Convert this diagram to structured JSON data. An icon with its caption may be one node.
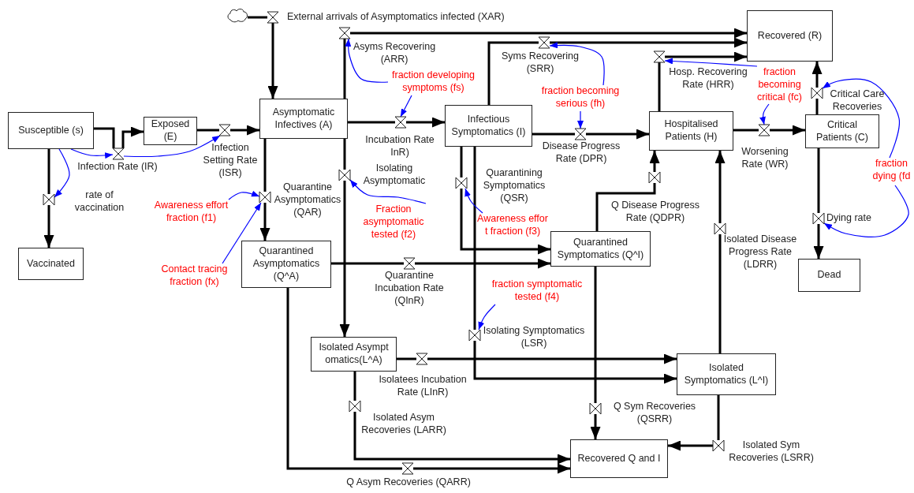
{
  "diagram": {
    "nodes": [
      {
        "text": [
          "Susceptible (s)"
        ]
      },
      {
        "text": [
          "Exposed (E)"
        ]
      },
      {
        "text": [
          "Asymptomatic Infectives (A)"
        ]
      },
      {
        "text": [
          "Infectious Symptomatics (I)"
        ]
      },
      {
        "text": [
          "Hospitalised Patients (H)"
        ]
      },
      {
        "text": [
          "Critical Patients (C)"
        ]
      },
      {
        "text": [
          "Recovered (R)"
        ]
      },
      {
        "text": [
          "Vaccinated"
        ]
      },
      {
        "text": [
          "Quarantined Asymptomatics (Q^A)"
        ]
      },
      {
        "text": [
          "Quarantined Symptomatics (Q^I)"
        ]
      },
      {
        "text": [
          "Isolated Asympt omatics(L^A)"
        ]
      },
      {
        "text": [
          "Isolated Symptomatics (L^I)"
        ]
      },
      {
        "text": [
          "Recovered Q and I"
        ]
      },
      {
        "text": [
          "Dead"
        ]
      },
      {
        "text": [],
        "shape": "cloud"
      },
      {
        "text": [
          "Awareness effort fraction (f1)"
        ]
      },
      {
        "text": [
          "Contact tracing fraction (fx)"
        ]
      },
      {
        "text": [
          "fraction developing symptoms (fs)"
        ]
      },
      {
        "text": [
          "Fraction asymptomatic tested (f2)"
        ]
      },
      {
        "text": [
          "fraction becoming serious (fh)"
        ]
      },
      {
        "text": [
          "Awareness effor t fraction (f3)"
        ]
      },
      {
        "text": [
          "fraction symptomatic tested (f4)"
        ]
      },
      {
        "text": [
          "fraction becoming critical (fc)"
        ]
      },
      {
        "text": [
          "fraction dying (fd"
        ]
      },
      {
        "text": [],
        "shape": "valve",
        "beside": [
          "Infection Rate (IR)"
        ]
      },
      {
        "text": [],
        "shape": "valve",
        "beside": [
          "rate of vaccination"
        ]
      },
      {
        "text": [],
        "shape": "valve"
      },
      {
        "text": [],
        "shape": "valve",
        "beside": [
          "External arrivals of Asymptomatics infected (XAR)"
        ]
      },
      {
        "text": [],
        "shape": "valve",
        "beside": [
          "Asyms Recovering (ARR)"
        ]
      },
      {
        "text": [],
        "shape": "valve",
        "beside": [
          "Incubation Rate InR)"
        ]
      },
      {
        "text": [],
        "shape": "valve",
        "beside": [
          "Quarantine Asymptomatics (QAR)"
        ]
      },
      {
        "text": [],
        "shape": "valve",
        "beside": [
          "Isolating Asymptomatic"
        ]
      },
      {
        "text": [],
        "shape": "valve",
        "beside": [
          "Syms Recovering (SRR)"
        ]
      },
      {
        "text": [],
        "shape": "valve",
        "beside": [
          "Disease Progress Rate (DPR)"
        ]
      },
      {
        "text": [],
        "shape": "valve",
        "beside": [
          "Quarantining Symptomatics (QSR)"
        ]
      },
      {
        "text": [],
        "shape": "valve",
        "beside": [
          "Isolating Symptomatics (LSR)"
        ]
      },
      {
        "text": [],
        "shape": "valve",
        "beside": [
          "Hosp. Recovering Rate (HRR)"
        ]
      },
      {
        "text": [],
        "shape": "valve",
        "beside": [
          "Worsening Rate (WR)"
        ]
      },
      {
        "text": [],
        "shape": "valve",
        "beside": [
          "Critical Care Recoveries"
        ]
      },
      {
        "text": [],
        "shape": "valve",
        "beside": [
          "Dying rate"
        ]
      },
      {
        "text": [],
        "shape": "valve",
        "beside": [
          "Quarantine Incubation Rate (QInR)"
        ]
      },
      {
        "text": [],
        "shape": "valve"
      },
      {
        "text": [],
        "shape": "valve"
      },
      {
        "text": [],
        "shape": "valve",
        "beside": [
          "Isolated Disease Progress Rate (LDRR)"
        ]
      },
      {
        "text": [],
        "shape": "valve",
        "beside": [
          "Q Sym Recoveries (QSRR)"
        ]
      },
      {
        "text": [],
        "shape": "valve",
        "beside": [
          "Isolated Sym Recoveries (LSRR)"
        ]
      },
      {
        "text": [],
        "shape": "valve",
        "beside": [
          "Isolated Asym Recoveries (LARR)"
        ]
      },
      {
        "text": [],
        "shape": "valve",
        "beside": [
          "Q Asym Recoveries (QARR)"
        ]
      }
    ],
    "edges": [
      {
        "from": 0,
        "to": 24,
        "arrow": "none"
      },
      {
        "from": 24,
        "to": 1,
        "arrow": "to"
      },
      {
        "from": 0,
        "to": 25,
        "arrow": "none"
      },
      {
        "from": 25,
        "to": 7,
        "arrow": "to"
      },
      {
        "from": 1,
        "to": 26,
        "arrow": "none"
      },
      {
        "from": 26,
        "to": 2,
        "arrow": "to"
      },
      {
        "from": 14,
        "to": 27,
        "arrow": "none"
      },
      {
        "from": 27,
        "to": 2,
        "arrow": "to"
      },
      {
        "from": 2,
        "to": 28,
        "arrow": "none"
      },
      {
        "from": 28,
        "to": 6,
        "arrow": "to"
      },
      {
        "from": 2,
        "to": 29,
        "arrow": "none"
      },
      {
        "from": 29,
        "to": 3,
        "arrow": "to"
      },
      {
        "from": 2,
        "to": 30,
        "arrow": "none"
      },
      {
        "from": 30,
        "to": 8,
        "arrow": "to"
      },
      {
        "from": 2,
        "to": 31,
        "arrow": "none"
      },
      {
        "from": 31,
        "to": 10,
        "arrow": "to"
      },
      {
        "from": 3,
        "to": 32,
        "arrow": "none"
      },
      {
        "from": 32,
        "to": 6,
        "arrow": "to"
      },
      {
        "from": 3,
        "to": 33,
        "arrow": "none"
      },
      {
        "from": 33,
        "to": 4,
        "arrow": "to"
      },
      {
        "from": 3,
        "to": 34,
        "arrow": "none"
      },
      {
        "from": 34,
        "to": 9,
        "arrow": "to"
      },
      {
        "from": 3,
        "to": 35,
        "arrow": "none"
      },
      {
        "from": 35,
        "to": 11,
        "arrow": "to"
      },
      {
        "from": 4,
        "to": 36,
        "arrow": "none"
      },
      {
        "from": 36,
        "to": 6,
        "arrow": "to"
      },
      {
        "from": 4,
        "to": 37,
        "arrow": "none"
      },
      {
        "from": 37,
        "to": 5,
        "arrow": "to"
      },
      {
        "from": 5,
        "to": 38,
        "arrow": "none"
      },
      {
        "from": 38,
        "to": 6,
        "arrow": "to"
      },
      {
        "from": 5,
        "to": 39,
        "arrow": "none"
      },
      {
        "from": 39,
        "to": 13,
        "arrow": "to"
      },
      {
        "from": 8,
        "to": 40,
        "arrow": "none"
      },
      {
        "from": 40,
        "to": 9,
        "arrow": "to"
      },
      {
        "from": 9,
        "to": 41,
        "arrow": "none"
      },
      {
        "from": 41,
        "to": 4,
        "arrow": "to"
      },
      {
        "from": 10,
        "to": 42,
        "arrow": "none"
      },
      {
        "from": 42,
        "to": 11,
        "arrow": "to"
      },
      {
        "from": 11,
        "to": 43,
        "arrow": "none"
      },
      {
        "from": 43,
        "to": 4,
        "arrow": "to"
      },
      {
        "from": 9,
        "to": 44,
        "arrow": "none"
      },
      {
        "from": 44,
        "to": 12,
        "arrow": "to"
      },
      {
        "from": 11,
        "to": 45,
        "arrow": "none"
      },
      {
        "from": 45,
        "to": 12,
        "arrow": "to"
      },
      {
        "from": 10,
        "to": 46,
        "arrow": "none"
      },
      {
        "from": 46,
        "to": 12,
        "arrow": "to"
      },
      {
        "from": 8,
        "to": 47,
        "arrow": "none"
      },
      {
        "from": 47,
        "to": 12,
        "arrow": "to"
      },
      {
        "from": 0,
        "to": 24,
        "arrow": "to",
        "color": "#0000ff"
      },
      {
        "from": 0,
        "to": 25,
        "arrow": "to",
        "color": "#0000ff"
      },
      {
        "from": 24,
        "to": 26,
        "arrow": "to",
        "color": "#0000ff"
      },
      {
        "from": 15,
        "to": 30,
        "arrow": "to",
        "color": "#0000ff"
      },
      {
        "from": 16,
        "to": 30,
        "arrow": "to",
        "color": "#0000ff"
      },
      {
        "from": 17,
        "to": 29,
        "arrow": "to",
        "color": "#0000ff"
      },
      {
        "from": 17,
        "to": 28,
        "arrow": "to",
        "color": "#0000ff"
      },
      {
        "from": 18,
        "to": 31,
        "arrow": "to",
        "color": "#0000ff"
      },
      {
        "from": 19,
        "to": 33,
        "arrow": "to",
        "color": "#0000ff"
      },
      {
        "from": 19,
        "to": 32,
        "arrow": "to",
        "color": "#0000ff"
      },
      {
        "from": 20,
        "to": 34,
        "arrow": "to",
        "color": "#0000ff"
      },
      {
        "from": 21,
        "to": 35,
        "arrow": "to",
        "color": "#0000ff"
      },
      {
        "from": 22,
        "to": 37,
        "arrow": "to",
        "color": "#0000ff"
      },
      {
        "from": 22,
        "to": 36,
        "arrow": "to",
        "color": "#0000ff"
      },
      {
        "from": 23,
        "to": 38,
        "arrow": "to",
        "color": "#0000ff"
      },
      {
        "from": 23,
        "to": 39,
        "arrow": "to",
        "color": "#0000ff"
      }
    ],
    "labels": [
      "Infection Setting Rate (ISR)",
      "Q Disease Progress Rate (QDPR)",
      "Isolatees Incubation Rate (LInR)"
    ]
  }
}
